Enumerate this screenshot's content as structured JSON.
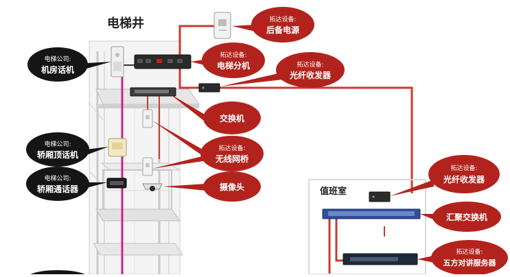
{
  "title": "电梯井",
  "room_label": "值班室",
  "colors": {
    "bubble_red": "#b3231d",
    "bubble_dark": "#151515",
    "wire_red": "#c83b2f",
    "wire_pink": "#d0208a",
    "shaft_grey": "#d8d8d8"
  },
  "callouts": {
    "backup_power": {
      "line1": "拓达设备:",
      "line2": "后备电源"
    },
    "elevator_distributor": {
      "line1": "拓达设备:",
      "line2": "电梯分机"
    },
    "fiber_transceiver_top": {
      "line1": "拓达设备:",
      "line2": "光纤收发器"
    },
    "switch": {
      "line2": "交换机"
    },
    "wireless_bridge": {
      "line1": "拓达设备:",
      "line2": "无线网桥"
    },
    "camera": {
      "line2": "摄像头"
    },
    "fiber_transceiver_room": {
      "line1": "拓达设备:",
      "line2": "光纤收发器"
    },
    "aggregation_switch": {
      "line2": "汇聚交换机"
    },
    "intercom_server": {
      "line1": "拓达设备:",
      "line2": "五方对讲服务器"
    },
    "machine_room_phone": {
      "line1": "电梯公司:",
      "line2": "机房话机"
    },
    "car_top_phone": {
      "line1": "电梯公司:",
      "line2": "轿厢顶话机"
    },
    "car_intercom": {
      "line1": "电梯公司:",
      "line2": "轿厢通话器"
    }
  }
}
